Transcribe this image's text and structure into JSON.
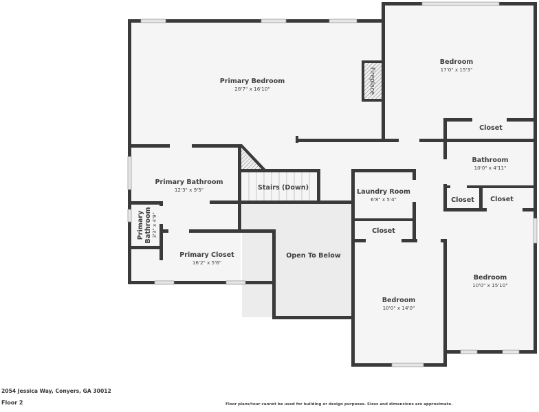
{
  "floor_plan": {
    "title": "Floor 2",
    "address": "2054 Jessica Way, Conyers, GA 30012",
    "disclaimer": "Floor plans/tour cannot be used for building or design purposes. Sizes and dimensions are approximate.",
    "colors": {
      "wall": "#3a3a3a",
      "floor": "#f5f5f5",
      "open_to_below": "#ececec",
      "text": "#3d3d3d"
    },
    "rooms": {
      "primary_bedroom": {
        "name": "Primary Bedroom",
        "dim": "28'7\" x 16'10\""
      },
      "bedroom_ne": {
        "name": "Bedroom",
        "dim": "17'0\" x 15'3\""
      },
      "fireplace": {
        "name": "Fireplace"
      },
      "closet_ne": {
        "name": "Closet"
      },
      "bathroom": {
        "name": "Bathroom",
        "dim": "10'0\" x 4'11\""
      },
      "closet_e1": {
        "name": "Closet"
      },
      "closet_e2": {
        "name": "Closet"
      },
      "primary_bathroom": {
        "name": "Primary Bathroom",
        "dim": "12'3\" x 9'5\""
      },
      "stairs": {
        "name": "Stairs (Down)"
      },
      "laundry": {
        "name": "Laundry Room",
        "dim": "6'8\" x 5'4\""
      },
      "closet_laundry": {
        "name": "Closet"
      },
      "primary_bathroom_small": {
        "name_line1": "Primary",
        "name_line2": "Bathroom",
        "dim": "3'3\" x 4'9\""
      },
      "primary_closet": {
        "name": "Primary Closet",
        "dim": "16'2\" x 5'6\""
      },
      "open_to_below": {
        "name": "Open To Below"
      },
      "bedroom_s": {
        "name": "Bedroom",
        "dim": "10'0\" x 14'0\""
      },
      "bedroom_e": {
        "name": "Bedroom",
        "dim": "10'0\" x 15'10\""
      }
    }
  }
}
